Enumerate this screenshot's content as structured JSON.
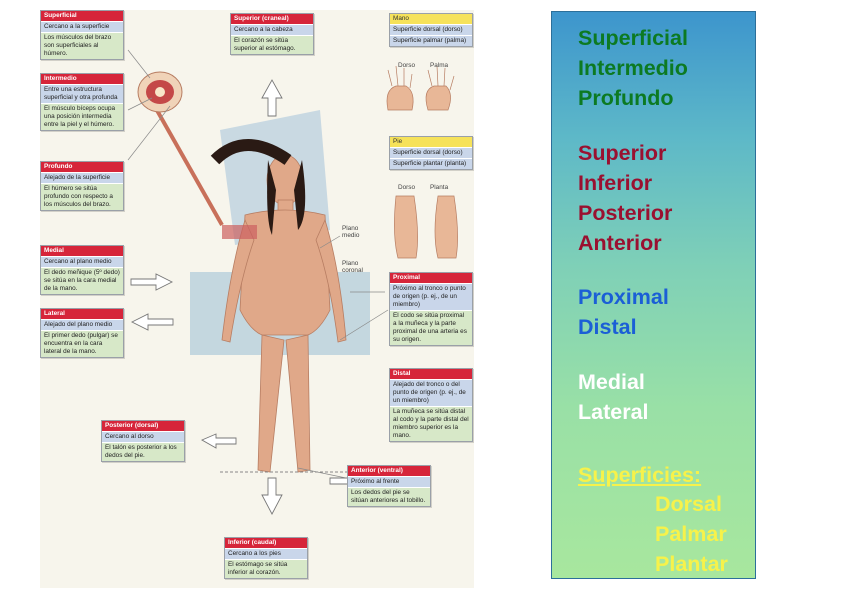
{
  "figure": {
    "boxes": {
      "superficial": {
        "title": "Superficial",
        "def": "Cercano a la superficie",
        "ex": "Los músculos del brazo son superficiales al húmero."
      },
      "intermedio": {
        "title": "Intermedio",
        "def": "Entre una estructura superficial y otra profunda",
        "ex": "El músculo bíceps ocupa una posición intermedia entre la piel y el húmero."
      },
      "profundo": {
        "title": "Profundo",
        "def": "Alejado de la superficie",
        "ex": "El húmero se sitúa profundo con respecto a los músculos del brazo."
      },
      "medial": {
        "title": "Medial",
        "def": "Cercano al plano medio",
        "ex": "El dedo meñique (5º dedo) se sitúa en la cara medial de la mano."
      },
      "lateral": {
        "title": "Lateral",
        "def": "Alejado del plano medio",
        "ex": "El primer dedo (pulgar) se encuentra en la cara lateral de la mano."
      },
      "posterior": {
        "title": "Posterior (dorsal)",
        "def": "Cercano al dorso",
        "ex": "El talón es posterior a los dedos del pie."
      },
      "superior": {
        "title": "Superior (craneal)",
        "def": "Cercano a la cabeza",
        "ex": "El corazón se sitúa superior al estómago."
      },
      "mano": {
        "title": "Mano",
        "def1": "Superficie dorsal (dorso)",
        "def2": "Superficie palmar (palma)"
      },
      "pie": {
        "title": "Pie",
        "def1": "Superficie dorsal (dorso)",
        "def2": "Superficie plantar (planta)"
      },
      "proximal": {
        "title": "Proximal",
        "def": "Próximo al tronco o punto de origen (p. ej., de un miembro)",
        "ex": "El codo se sitúa proximal a la muñeca y la parte proximal de una arteria es su origen."
      },
      "distal": {
        "title": "Distal",
        "def": "Alejado del tronco o del punto de origen (p. ej., de un miembro)",
        "ex": "La muñeca se sitúa distal al codo y la parte distal del miembro superior es la mano."
      },
      "anterior": {
        "title": "Anterior (ventral)",
        "def": "Próximo al frente",
        "ex": "Los dedos del pie se sitúan anteriores al tobillo."
      },
      "inferior": {
        "title": "Inferior (caudal)",
        "def": "Cercano a los pies",
        "ex": "El estómago se sitúa inferior al corazón."
      }
    },
    "labels": {
      "dorso1": "Dorso",
      "palma": "Palma",
      "dorso2": "Dorso",
      "planta": "Planta",
      "plano_medio": "Plano medio",
      "plano_coronal": "Plano coronal"
    }
  },
  "panel": {
    "group1": [
      "Superficial",
      "Intermedio",
      "Profundo"
    ],
    "group2": [
      "Superior",
      "Inferior",
      "Posterior",
      "Anterior"
    ],
    "group3": [
      "Proximal",
      "Distal"
    ],
    "group4": [
      "Medial",
      "Lateral"
    ],
    "group5_title": "Superficies:",
    "group5": [
      "Dorsal",
      "Palmar",
      "Plantar"
    ],
    "colors": {
      "group1": "#0c7a22",
      "group2": "#9a1030",
      "group3": "#1b5fd6",
      "group4": "#ffffff",
      "group5": "#f7f24a"
    }
  }
}
